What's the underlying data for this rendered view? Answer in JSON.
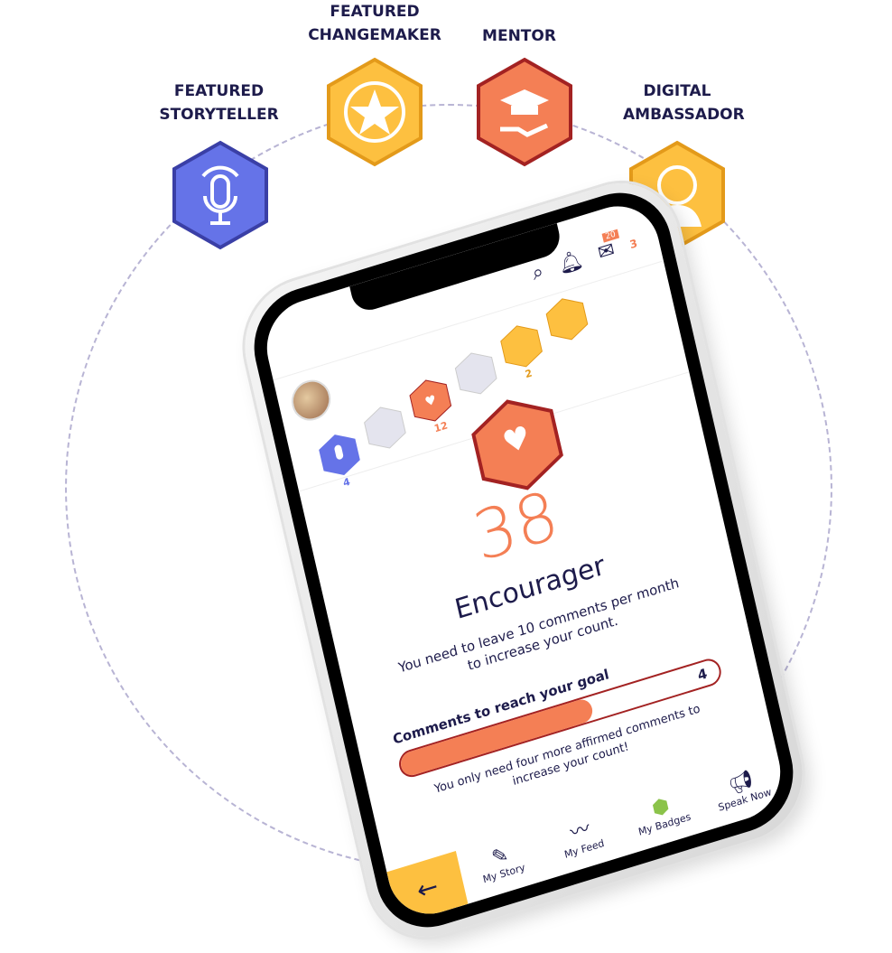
{
  "badges": [
    {
      "label": "FEATURED STORYTELLER",
      "color": "#6573e8",
      "border": "#3a3fa6",
      "icon": "microphone-icon"
    },
    {
      "label": "FEATURED CHANGEMAKER",
      "color": "#fdc040",
      "border": "#e39a1a",
      "icon": "star-icon"
    },
    {
      "label": "MENTOR",
      "color": "#f47f55",
      "border": "#a32222",
      "icon": "graduation-cap-hand-icon"
    },
    {
      "label": "DIGITAL AMBASSADOR",
      "color": "#fdc040",
      "border": "#e39a1a",
      "icon": "person-icon"
    }
  ],
  "phone": {
    "mail_badge": "20",
    "mail_count": "3",
    "badge_counts": {
      "storyteller": "4",
      "encourager": "12",
      "changemaker": "2"
    },
    "main": {
      "count": "38",
      "title": "Encourager",
      "description": "You need to leave 10 comments per month to increase your count.",
      "goal_label": "Comments to reach your goal",
      "goal_value": "4",
      "progress_fraction": 0.6,
      "hint": "You only need four more affirmed comments  to increase your count!"
    },
    "nav": {
      "back": "←",
      "items": [
        "My Story",
        "My Feed",
        "My Badges",
        "Speak Now"
      ]
    }
  }
}
